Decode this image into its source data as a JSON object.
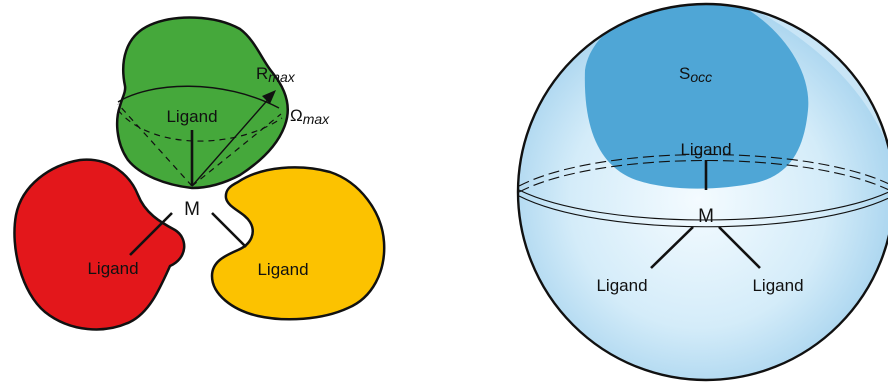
{
  "left_diagram": {
    "center_label": "M",
    "ligands": {
      "green": {
        "label": "Ligand",
        "color": "#45a83b"
      },
      "red": {
        "label": "Ligand",
        "color": "#e3171b"
      },
      "yellow": {
        "label": "Ligand",
        "color": "#fcc200"
      }
    },
    "r_max": {
      "symbol": "R",
      "subscript": "max"
    },
    "omega_max": {
      "symbol": "Ω",
      "subscript": "max"
    }
  },
  "right_diagram": {
    "center_label": "M",
    "top_ligand": "Ligand",
    "left_ligand": "Ligand",
    "right_ligand": "Ligand",
    "s_occ": {
      "symbol": "S",
      "subscript": "occ"
    },
    "colors": {
      "sphere_light": "#e8f5fc",
      "sphere_mid": "#c9e6f6",
      "sphere_dark": "#8ec4e6",
      "occupied_patch": "#4fa6d6"
    }
  }
}
